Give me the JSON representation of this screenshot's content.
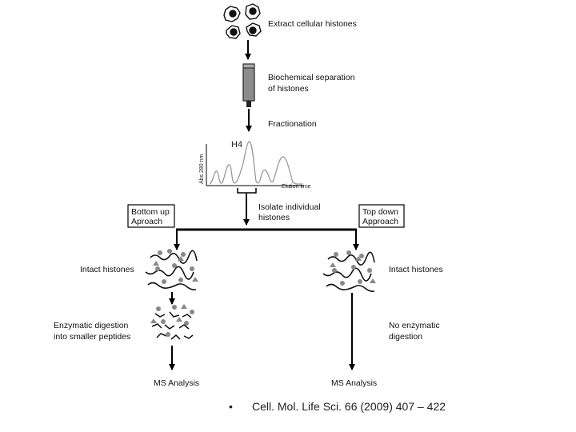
{
  "steps": {
    "extract": "Extract cellular histones",
    "separation_1": "Biochemical separation",
    "separation_2": "of histones",
    "fractionation": "Fractionation",
    "isolate_1": "Isolate individual",
    "isolate_2": "histones"
  },
  "chromatogram": {
    "peak_label": "H4",
    "y_label": "Abs 280 nm",
    "x_label": "Elution time"
  },
  "bottom_up": {
    "box_1": "Bottom up",
    "box_2": "Aproach",
    "intact": "Intact histones",
    "digest_1": "Enzymatic digestion",
    "digest_2": "into smaller peptides",
    "ms": "MS Analysis"
  },
  "top_down": {
    "box_1": "Top down",
    "box_2": "Approach",
    "intact": "Intact histones",
    "digest_1": "No enzymatic",
    "digest_2": "digestion",
    "ms": "MS Analysis"
  },
  "citation": {
    "bullet": "•",
    "text": "Cell. Mol. Life Sci. 66 (2009) 407 – 422"
  },
  "colors": {
    "line": "#000000",
    "peak_curve": "#9a9a9a",
    "column_body": "#8c8c8c",
    "modification_marks": "#888888"
  }
}
